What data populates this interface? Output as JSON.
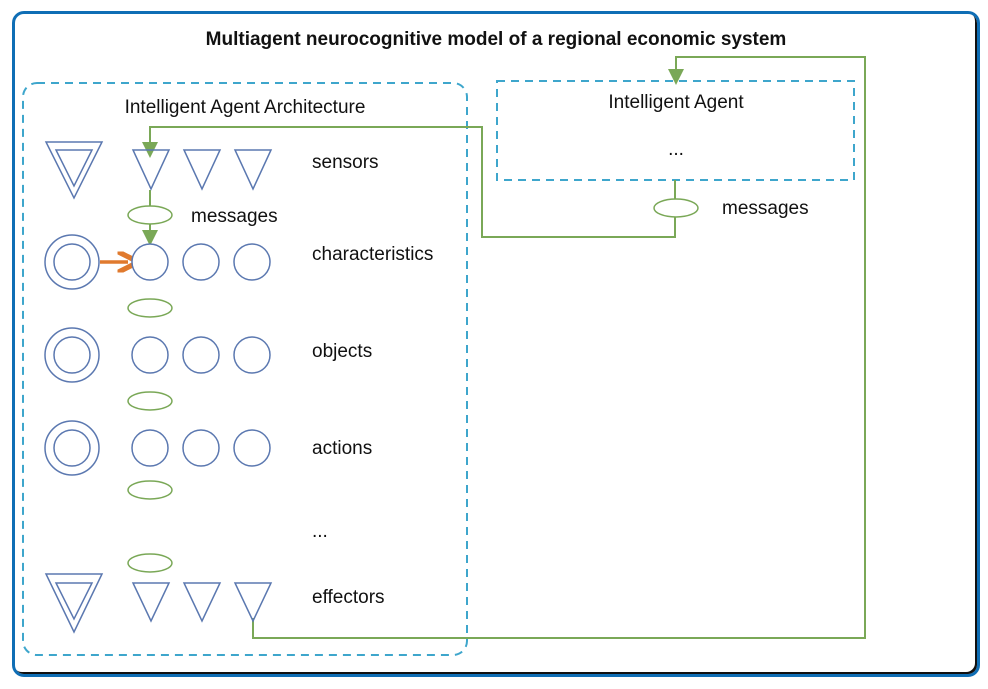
{
  "title": "Multiagent neurocognitive model of a regional economic system",
  "architecture": {
    "heading": "Intelligent Agent Architecture",
    "rows": [
      {
        "label": "sensors",
        "shape": "triangle"
      },
      {
        "label": "characteristics",
        "shape": "circle"
      },
      {
        "label": "objects",
        "shape": "circle"
      },
      {
        "label": "actions",
        "shape": "circle"
      },
      {
        "label": "...",
        "shape": "none"
      },
      {
        "label": "effectors",
        "shape": "triangle"
      }
    ],
    "messages_label": "messages"
  },
  "agent": {
    "heading": "Intelligent Agent",
    "body": "...",
    "messages_label": "messages"
  },
  "colors": {
    "frame": "#0f6eb5",
    "dashed_box": "#3ea6cc",
    "node": "#5b78b0",
    "message": "#7aa857",
    "link": "#7aa857",
    "highlight_arrow": "#e07a2e"
  }
}
